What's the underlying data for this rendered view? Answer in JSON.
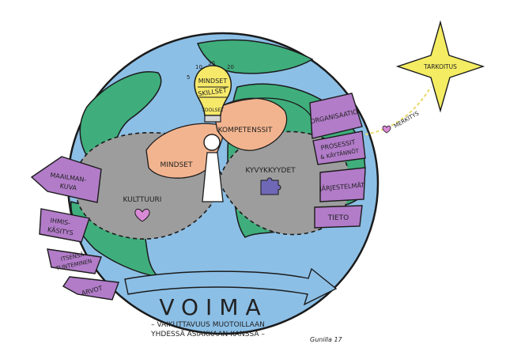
{
  "bulb": {
    "top": "MINDSET",
    "middle": "SKILLSET",
    "bottom": "TOOLSET"
  },
  "scale": {
    "a": "5",
    "b": "10",
    "c": "30",
    "d": "20"
  },
  "loops": {
    "inner_top": "KOMPETENSSIT",
    "inner_left": "MINDSET",
    "left": "KULTTUURI",
    "right": "KYVYKKYYDET"
  },
  "left_arrows": [
    "MAAILMAN-",
    "KUVA",
    "IHMIS-",
    "KÄSITYS",
    "ITSENSÄ",
    "TUNTEMINEN",
    "ARVOT"
  ],
  "right_arrows": [
    "ORGANISAATIO",
    "PROSESSIT",
    "& KÄYTÄNNÖT",
    "JÄRJESTELMÄT",
    "TIETO"
  ],
  "star": {
    "label": "TARKOITUS",
    "path_label": "MERKITYS"
  },
  "title": "VOIMA",
  "subtitle_1": "– VAIKUTTAVUUS MUOTOILLAAN",
  "subtitle_2": "YHDESSÄ ASIAKKAAN KANSSA –",
  "signature": "Gunilla 17"
}
